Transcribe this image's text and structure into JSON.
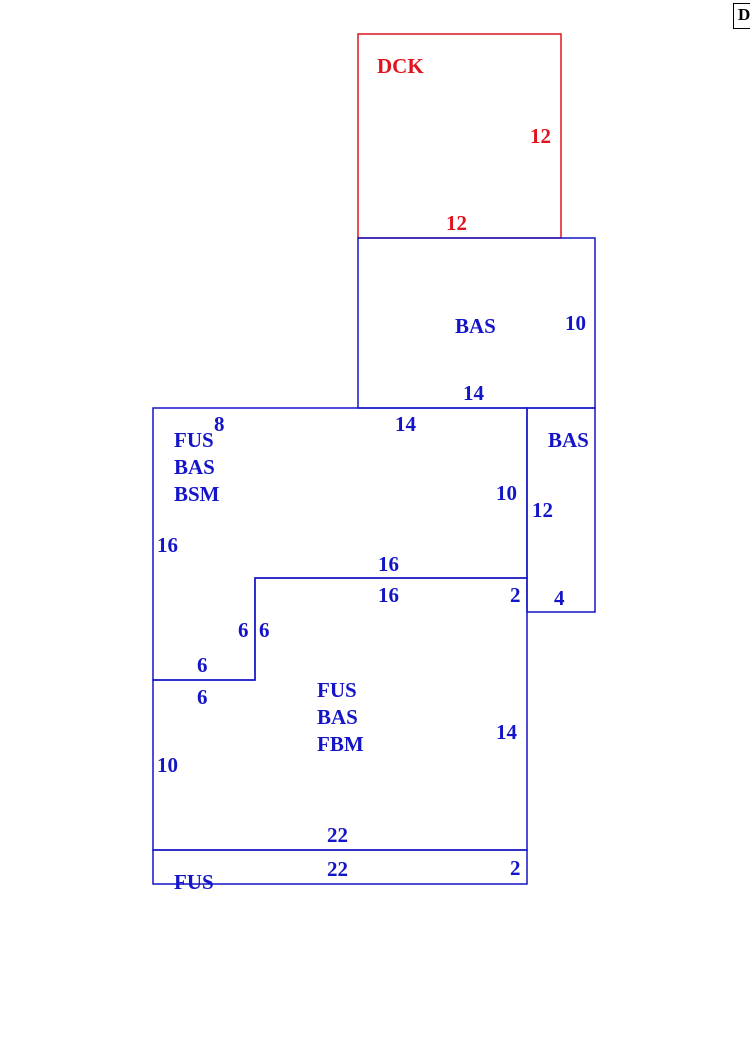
{
  "corner_tag": "D",
  "colors": {
    "deck": "#e0141e",
    "building": "#1414c8"
  },
  "areas": {
    "deck": {
      "code": "DCK",
      "dim_right": "12",
      "dim_bottom": "12"
    },
    "bas_upper": {
      "code": "BAS",
      "dim_right": "10",
      "dim_bottom": "14"
    },
    "bas_side": {
      "code": "BAS",
      "dim_left": "12",
      "dim_bottom": "4",
      "dim_top": "2"
    },
    "main_upper": {
      "codes": [
        "FUS",
        "BAS",
        "BSM"
      ],
      "dim_top_left": "8",
      "dim_top": "14",
      "dim_right": "10",
      "dim_left": "16",
      "dim_step": "16",
      "dim_step_vertical": "6",
      "dim_bottom": "6"
    },
    "main_lower": {
      "codes": [
        "FUS",
        "BAS",
        "FBM"
      ],
      "dim_top": "16",
      "dim_step_vertical": "6",
      "dim_step_horizontal": "6",
      "dim_right": "14",
      "dim_left": "10",
      "dim_bottom": "22"
    },
    "strip": {
      "code": "FUS",
      "dim_top": "22",
      "dim_right": "2"
    }
  }
}
